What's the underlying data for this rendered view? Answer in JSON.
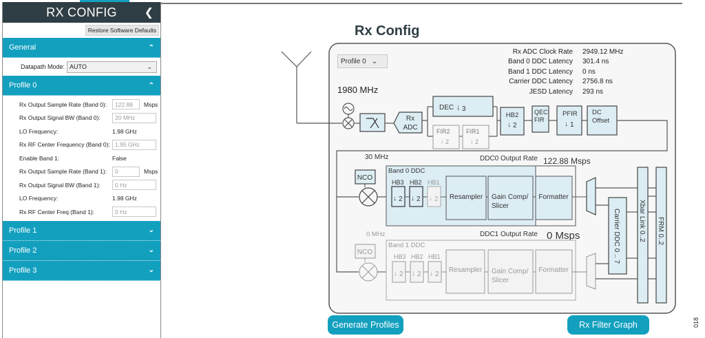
{
  "sidebar": {
    "title": "RX CONFIG",
    "collapse_icon": "chevron-left-icon",
    "restore_button": "Restore Software Defaults",
    "sections": [
      {
        "label": "General",
        "expanded": true
      },
      {
        "label": "Profile 0",
        "expanded": true
      },
      {
        "label": "Profile 1",
        "expanded": false
      },
      {
        "label": "Profile 2",
        "expanded": false
      },
      {
        "label": "Profile 3",
        "expanded": false
      }
    ],
    "chevron_up": "^",
    "chevron_down": "⌄",
    "general": {
      "datapath_label": "Datapath Mode:",
      "datapath_value": "AUTO"
    },
    "profile0": {
      "fields": [
        {
          "label": "Rx Output Sample Rate (Band 0):",
          "value": "122.88",
          "unit": "Msps",
          "type": "input"
        },
        {
          "label": "Rx Output Signal BW (Band 0):",
          "value": "20 MHz",
          "type": "input"
        },
        {
          "label": "LO Frequency:",
          "value": "1.98 GHz",
          "type": "text"
        },
        {
          "label": "Rx RF Center Frequency (Band 0):",
          "value": "1.95 GHz",
          "type": "input"
        },
        {
          "label": "Enable Band 1:",
          "value": "False",
          "type": "text"
        },
        {
          "label": "Rx Output Sample Rate (Band 1):",
          "value": "0",
          "unit": "Msps",
          "type": "input"
        },
        {
          "label": "Rx Output Signal BW (Band 1):",
          "value": "0 Hz",
          "type": "input"
        },
        {
          "label": "LO Frequency:",
          "value": "1.98 GHz",
          "type": "text"
        },
        {
          "label": "Rx RF Center Freq (Band 1):",
          "value": "0 Hz",
          "type": "input"
        }
      ]
    }
  },
  "main": {
    "title": "Rx Config",
    "profile_select": "Profile 0",
    "lo_freq": "1980 MHz",
    "stats": [
      {
        "label": "Rx ADC Clock Rate",
        "value": "2949.12 MHz"
      },
      {
        "label": "Band 0 DDC Latency",
        "value": "301.4 ns"
      },
      {
        "label": "Band 1 DDC Latency",
        "value": "0 ns"
      },
      {
        "label": "Carrier DDC Latency",
        "value": "2756.8 ns"
      },
      {
        "label": "JESD Latency",
        "value": "293 ns"
      }
    ],
    "blocks": {
      "rx_adc_1": "Rx",
      "rx_adc_2": "ADC",
      "dec": "DEC",
      "dec_factor": "3",
      "fir2": "FIR2",
      "fir1": "FIR1",
      "factor2": "2",
      "factor1": "1",
      "hb2": "HB2",
      "qec_1": "QEC",
      "qec_2": "FIR",
      "pfir": "PFIR",
      "dc_1": "DC",
      "dc_2": "Offset",
      "nco": "NCO",
      "hb3": "HB3",
      "hb1": "HB1",
      "resampler": "Resampler",
      "gain_1": "Gain Comp/",
      "gain_2": "Slicer",
      "formatter": "Formatter",
      "carrier_ddc": "Carrier DDC 0 .. 7",
      "xbar": "Xbar Link 0..2",
      "frm": "FRM 0..2"
    },
    "band0": {
      "nco_freq": "30 MHz",
      "label": "Band 0 DDC",
      "output_rate_label": "DDC0 Output Rate",
      "output_rate": "122.88 Msps"
    },
    "band1": {
      "nco_freq": "0 MHz",
      "label": "Band 1 DDC",
      "output_rate_label": "DDC1 Output Rate",
      "output_rate": "0 Msps"
    },
    "buttons": {
      "generate": "Generate Profiles",
      "filter_graph": "Rx Filter Graph"
    },
    "figure_number": "018"
  }
}
